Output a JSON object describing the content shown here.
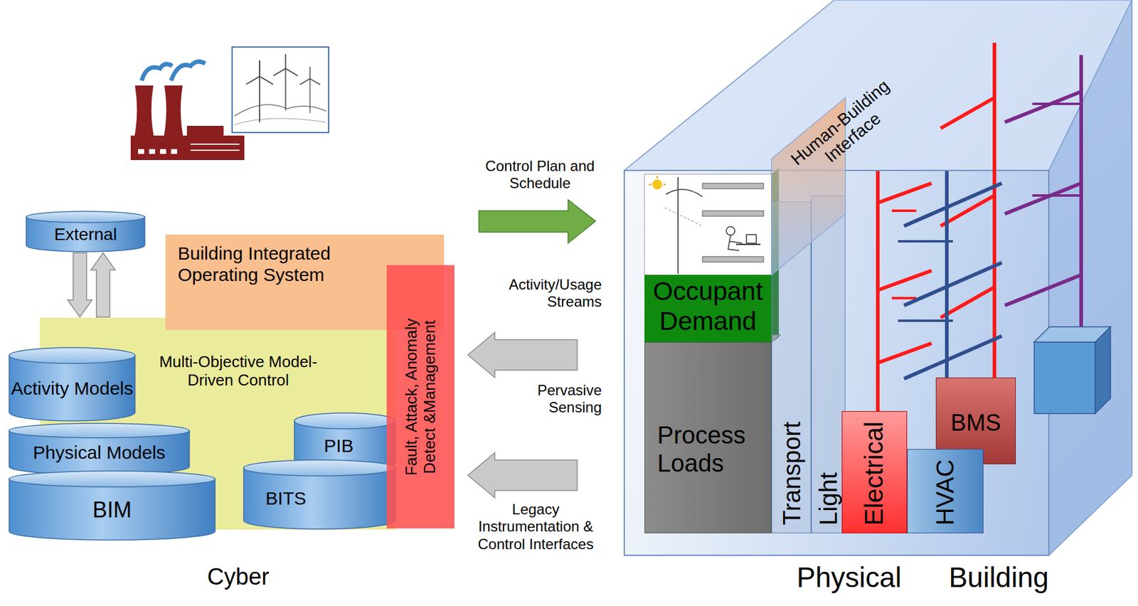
{
  "diagram": {
    "nodes": [
      {
        "text": [
          "External"
        ]
      },
      {
        "text": [
          "Building Integrated Operating System"
        ]
      },
      {
        "text": [
          "Multi-Objective Model-Driven Control"
        ]
      },
      {
        "text": [
          "Fault, Attack, Anomaly Detect &Management"
        ]
      },
      {
        "text": [
          "Activity Models"
        ]
      },
      {
        "text": [
          "Physical Models"
        ]
      },
      {
        "text": [
          "BIM"
        ]
      },
      {
        "text": [
          "PIB"
        ]
      },
      {
        "text": [
          "BITS"
        ]
      },
      {
        "text": [
          "Occupant Demand"
        ]
      },
      {
        "text": [
          "Human-Building Interface"
        ]
      },
      {
        "text": [
          "Process Loads"
        ]
      },
      {
        "text": [
          "Transport"
        ]
      },
      {
        "text": [
          "Light"
        ]
      },
      {
        "text": [
          "Electrical"
        ]
      },
      {
        "text": [
          "HVAC"
        ]
      },
      {
        "text": [
          "BMS"
        ]
      }
    ],
    "edges": [
      {
        "from": 0,
        "to": 2,
        "arrow": "both"
      }
    ],
    "labels": [
      "Control Plan and Schedule",
      "Activity/Usage Streams",
      "Pervasive Sensing",
      "Legacy Instrumentation & Control Interfaces",
      "Cyber",
      "Physical",
      "Building"
    ]
  }
}
